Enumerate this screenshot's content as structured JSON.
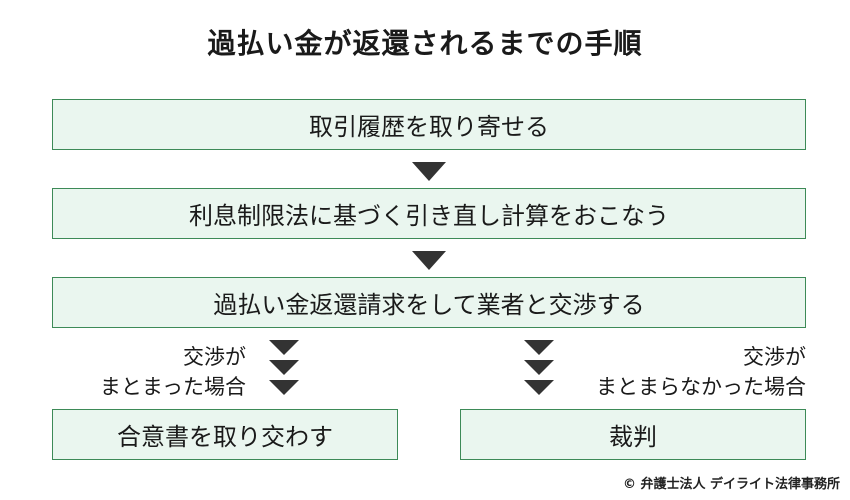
{
  "title": "過払い金が返還されるまでの手順",
  "steps": [
    "取引履歴を取り寄せる",
    "利息制限法に基づく引き直し計算をおこなう",
    "過払い金返還請求をして業者と交渉する"
  ],
  "branches": {
    "left": {
      "label_line1": "交渉が",
      "label_line2": "まとまった場合",
      "outcome": "合意書を取り交わす"
    },
    "right": {
      "label_line1": "交渉が",
      "label_line2": "まとまらなかった場合",
      "outcome": "裁判"
    }
  },
  "copyright": "© 弁護士法人 デイライト法律事務所",
  "colors": {
    "box_fill": "#eaf6ef",
    "box_border": "#3d8a57",
    "arrow": "#333333"
  }
}
